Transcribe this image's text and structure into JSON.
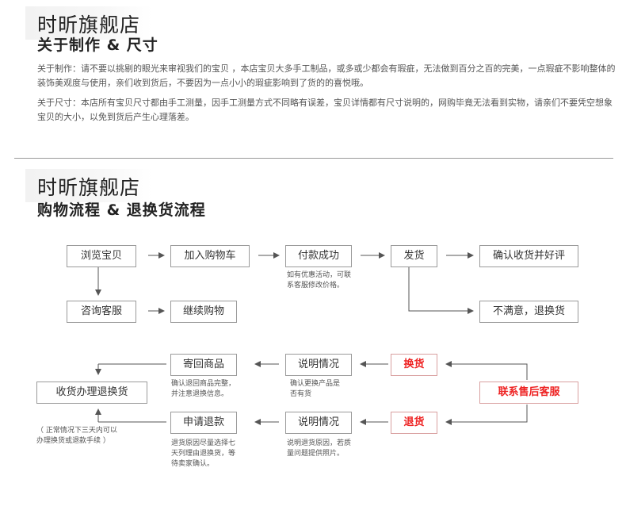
{
  "section1": {
    "brand": "时昕旗舰店",
    "heading": "关于制作 & 尺寸",
    "para1": "关于制作：请不要以挑剔的眼光来审视我们的宝贝 ，本店宝贝大多手工制品，或多或少都会有瑕疵，无法做到百分之百的完美，一点瑕疵不影响整体的装饰美观度与使用，亲们收到货后，不要因为一点小小的瑕疵影响到了货的的喜悦哦。",
    "para2": "关于尺寸：本店所有宝贝尺寸都由手工测量，因手工测量方式不同略有误差，宝贝详情都有尺寸说明的，网购毕竟无法看到实物，请亲们不要凭空想象宝贝的大小，以免到货后产生心理落差。"
  },
  "section2": {
    "brand": "时昕旗舰店",
    "heading": "购物流程 & 退换货流程"
  },
  "flow": {
    "browse": "浏览宝贝",
    "add_cart": "加入购物车",
    "pay": "付款成功",
    "ship": "发货",
    "confirm": "确认收货并好评",
    "consult": "咨询客服",
    "continue_shop": "继续购物",
    "unsatisfied": "不满意，退换货",
    "send_back": "寄回商品",
    "explain1": "说明情况",
    "exchange": "换货",
    "after_sales": "联系售后客服",
    "receive_refund": "收货办理退换货",
    "apply_refund": "申请退款",
    "explain2": "说明情况",
    "refund": "退货",
    "note_pay_1": "如有优惠活动，可联",
    "note_pay_2": "系客服修改价格。",
    "note_send_1": "确认退回商品完整，",
    "note_send_2": "并注意退换信息。",
    "note_exchange_1": "确认更换产品是",
    "note_exchange_2": "否有货",
    "note_normal_1": "（ 正常情况下三天内可以",
    "note_normal_2": "办理换货或退款手续 ）",
    "note_apply_1": "退货原因尽量选择七",
    "note_apply_2": "天列理由退换货，等",
    "note_apply_3": "待卖家确认。",
    "note_reason_1": "说明退货原因，若质",
    "note_reason_2": "量问题提供照片。"
  }
}
